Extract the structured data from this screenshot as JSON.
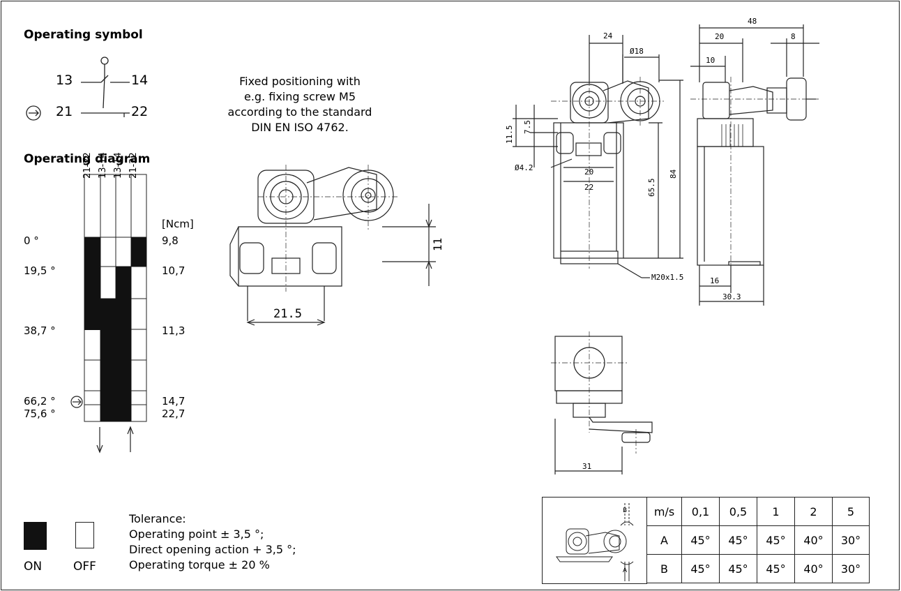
{
  "operating_symbol": {
    "title": "Operating symbol",
    "contact_no": {
      "left": "13",
      "right": "14"
    },
    "contact_nc": {
      "left": "21",
      "right": "22"
    }
  },
  "operating_diagram": {
    "title": "Operating diagram",
    "columns": [
      "21-22",
      "13-14",
      "13-14",
      "21-22"
    ],
    "torque_unit": "[Ncm]",
    "angles": [
      "0 °",
      "19,5 °",
      "38,7 °",
      "66,2 °",
      "75,6 °"
    ],
    "torques": [
      "9,8",
      "10,7",
      "11,3",
      "14,7",
      "22,7"
    ]
  },
  "positioning_note": {
    "line1": "Fixed positioning with",
    "line2": "e.g. fixing screw M5",
    "line3": "according to the standard",
    "line4": "DIN EN ISO 4762."
  },
  "dimensions": {
    "front_width": "21.5",
    "front_height": "11",
    "main": {
      "d24": "24",
      "d18": "Ø18",
      "d11_5": "11.5",
      "d7_5": "7.5",
      "d4_2": "Ø4.2",
      "d20": "20",
      "d22": "22",
      "d65_5": "65.5",
      "d84": "84",
      "thread": "M20x1.5"
    },
    "side": {
      "d48": "48",
      "d20": "20",
      "d8": "8",
      "d10": "10",
      "d16": "16",
      "d30_3": "30.3"
    },
    "top": {
      "d31": "31"
    }
  },
  "legend": {
    "on": "ON",
    "off": "OFF",
    "tolerance_title": "Tolerance:",
    "tol1": "Operating point ± 3,5 °;",
    "tol2": "Direct opening action + 3,5 °;",
    "tol3": "Operating torque ± 20 %"
  },
  "speed_table": {
    "header": [
      "m/s",
      "0,1",
      "0,5",
      "1",
      "2",
      "5"
    ],
    "rows": [
      [
        "A",
        "45°",
        "45°",
        "45°",
        "40°",
        "30°"
      ],
      [
        "B",
        "45°",
        "45°",
        "45°",
        "40°",
        "30°"
      ]
    ],
    "label_a": "A",
    "label_b": "B"
  }
}
